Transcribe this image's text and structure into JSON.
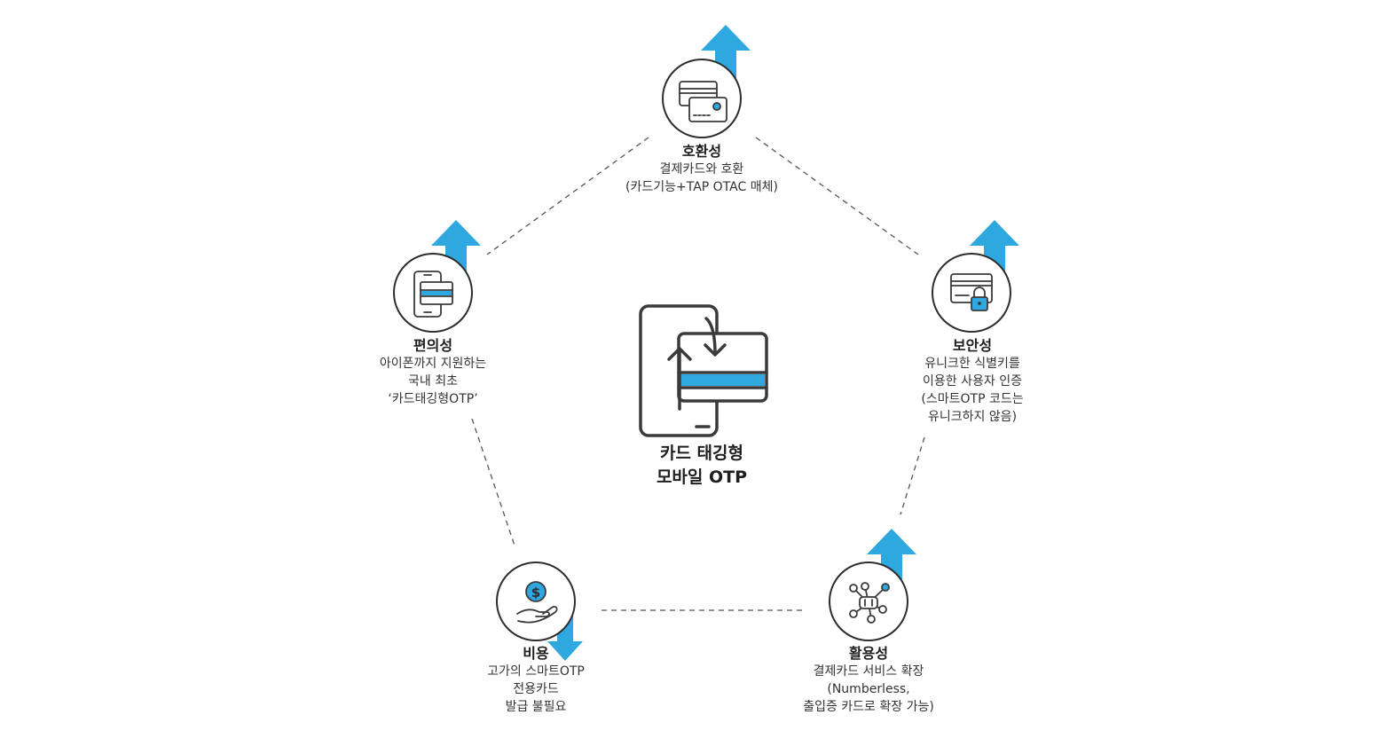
{
  "center": {
    "line1": "카드 태깅형",
    "line2": "모바일 OTP",
    "icon": "phone-card-tag-icon"
  },
  "colors": {
    "arrow": "#2fa8e0",
    "stroke": "#3a3a3a",
    "accent": "#2fa8e0"
  },
  "nodes": [
    {
      "id": "compatibility",
      "title": "호환성",
      "lines": [
        "결제카드와 호환",
        "(카드기능+TAP OTAC 매체)"
      ],
      "icon": "credit-cards-icon",
      "trend": "up"
    },
    {
      "id": "security",
      "title": "보안성",
      "lines": [
        "유니크한 식별키를",
        "이용한 사용자 인증",
        "(스마트OTP 코드는",
        "유니크하지 않음)"
      ],
      "icon": "card-lock-icon",
      "trend": "up"
    },
    {
      "id": "usability",
      "title": "활용성",
      "lines": [
        "결제카드 서비스 확장",
        "(Numberless,",
        "출입증 카드로 확장 가능)"
      ],
      "icon": "network-hub-icon",
      "trend": "up"
    },
    {
      "id": "cost",
      "title": "비용",
      "lines": [
        "고가의 스마트OTP",
        "전용카드",
        "발급 불필요"
      ],
      "icon": "dollar-hand-icon",
      "trend": "down"
    },
    {
      "id": "convenience",
      "title": "편의성",
      "lines": [
        "아이폰까지 지원하는",
        "국내 최초",
        "‘카드태깅형OTP’"
      ],
      "icon": "phone-card-icon",
      "trend": "up"
    }
  ]
}
